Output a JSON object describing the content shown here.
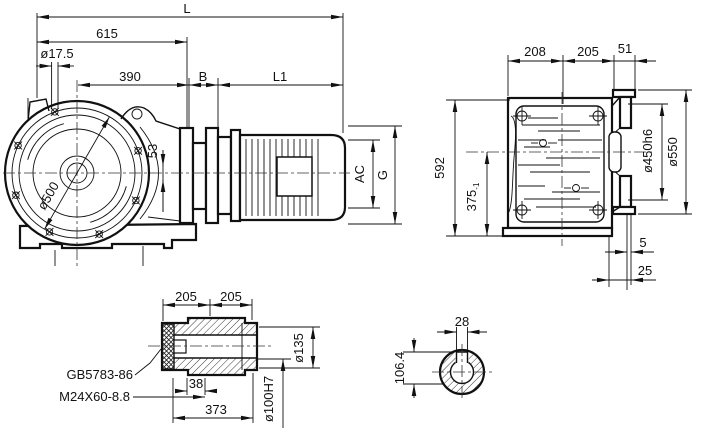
{
  "side_view": {
    "label_l": "L",
    "label_615": "615",
    "label_d17_5": "ø17.5",
    "label_390": "390",
    "label_b": "B",
    "label_l1": "L1",
    "label_53": "53",
    "label_d500": "ø500",
    "label_ac": "AC",
    "label_g": "G"
  },
  "rear_view": {
    "label_208": "208",
    "label_205": "205",
    "label_51": "51",
    "label_592": "592",
    "label_375": "375",
    "label_375_tol": "-1",
    "label_d450": "ø450h6",
    "label_d550": "ø550",
    "label_5": "5",
    "label_25": "25"
  },
  "shaft_view": {
    "label_205_left": "205",
    "label_205_right": "205",
    "label_d135": "ø135",
    "label_38": "38",
    "label_373": "373",
    "label_d100": "ø100H7",
    "note_bolt_standard": "GB5783-86",
    "note_bolt_spec": "M24X60-8.8"
  },
  "section_view": {
    "label_28": "28",
    "label_106_4": "106.4"
  }
}
